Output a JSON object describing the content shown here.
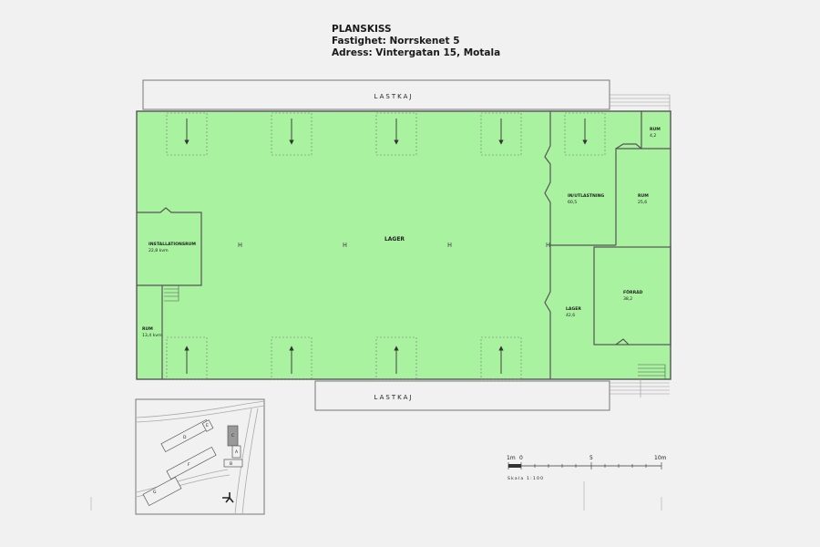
{
  "title": {
    "line1": "PLANSKISS",
    "line2": "Fastighet: Norrskenet 5",
    "line3": "Adress: Vintergatan 15, Motala"
  },
  "colors": {
    "floor": "#a8f2a0",
    "background": "#f1f1f1",
    "wall": "#555555"
  },
  "loading_docks": {
    "top": "LASTKAJ",
    "bottom": "LASTKAJ"
  },
  "rooms": {
    "lager_main": {
      "name": "LAGER"
    },
    "installationsrum": {
      "name": "INSTALLATIONSRUM",
      "area": "22,8 kvm"
    },
    "rum_left": {
      "name": "RUM",
      "area": "13,4 kvm"
    },
    "in_utlastning": {
      "name": "IN/UTLASTNING",
      "area": "60,5"
    },
    "rum_small": {
      "name": "RUM",
      "area": "4,2"
    },
    "rum_right": {
      "name": "RUM",
      "area": "25,6"
    },
    "forrad": {
      "name": "FÖRRÅD",
      "area": "38,2"
    },
    "lager_small": {
      "name": "LAGER",
      "area": "42,6"
    }
  },
  "site_plan": {
    "labels": [
      "D",
      "E",
      "F",
      "G",
      "C",
      "A",
      "B"
    ]
  },
  "scale": {
    "ticks": [
      "1m",
      "0",
      "5",
      "10m"
    ],
    "label": "Skala 1:100"
  }
}
